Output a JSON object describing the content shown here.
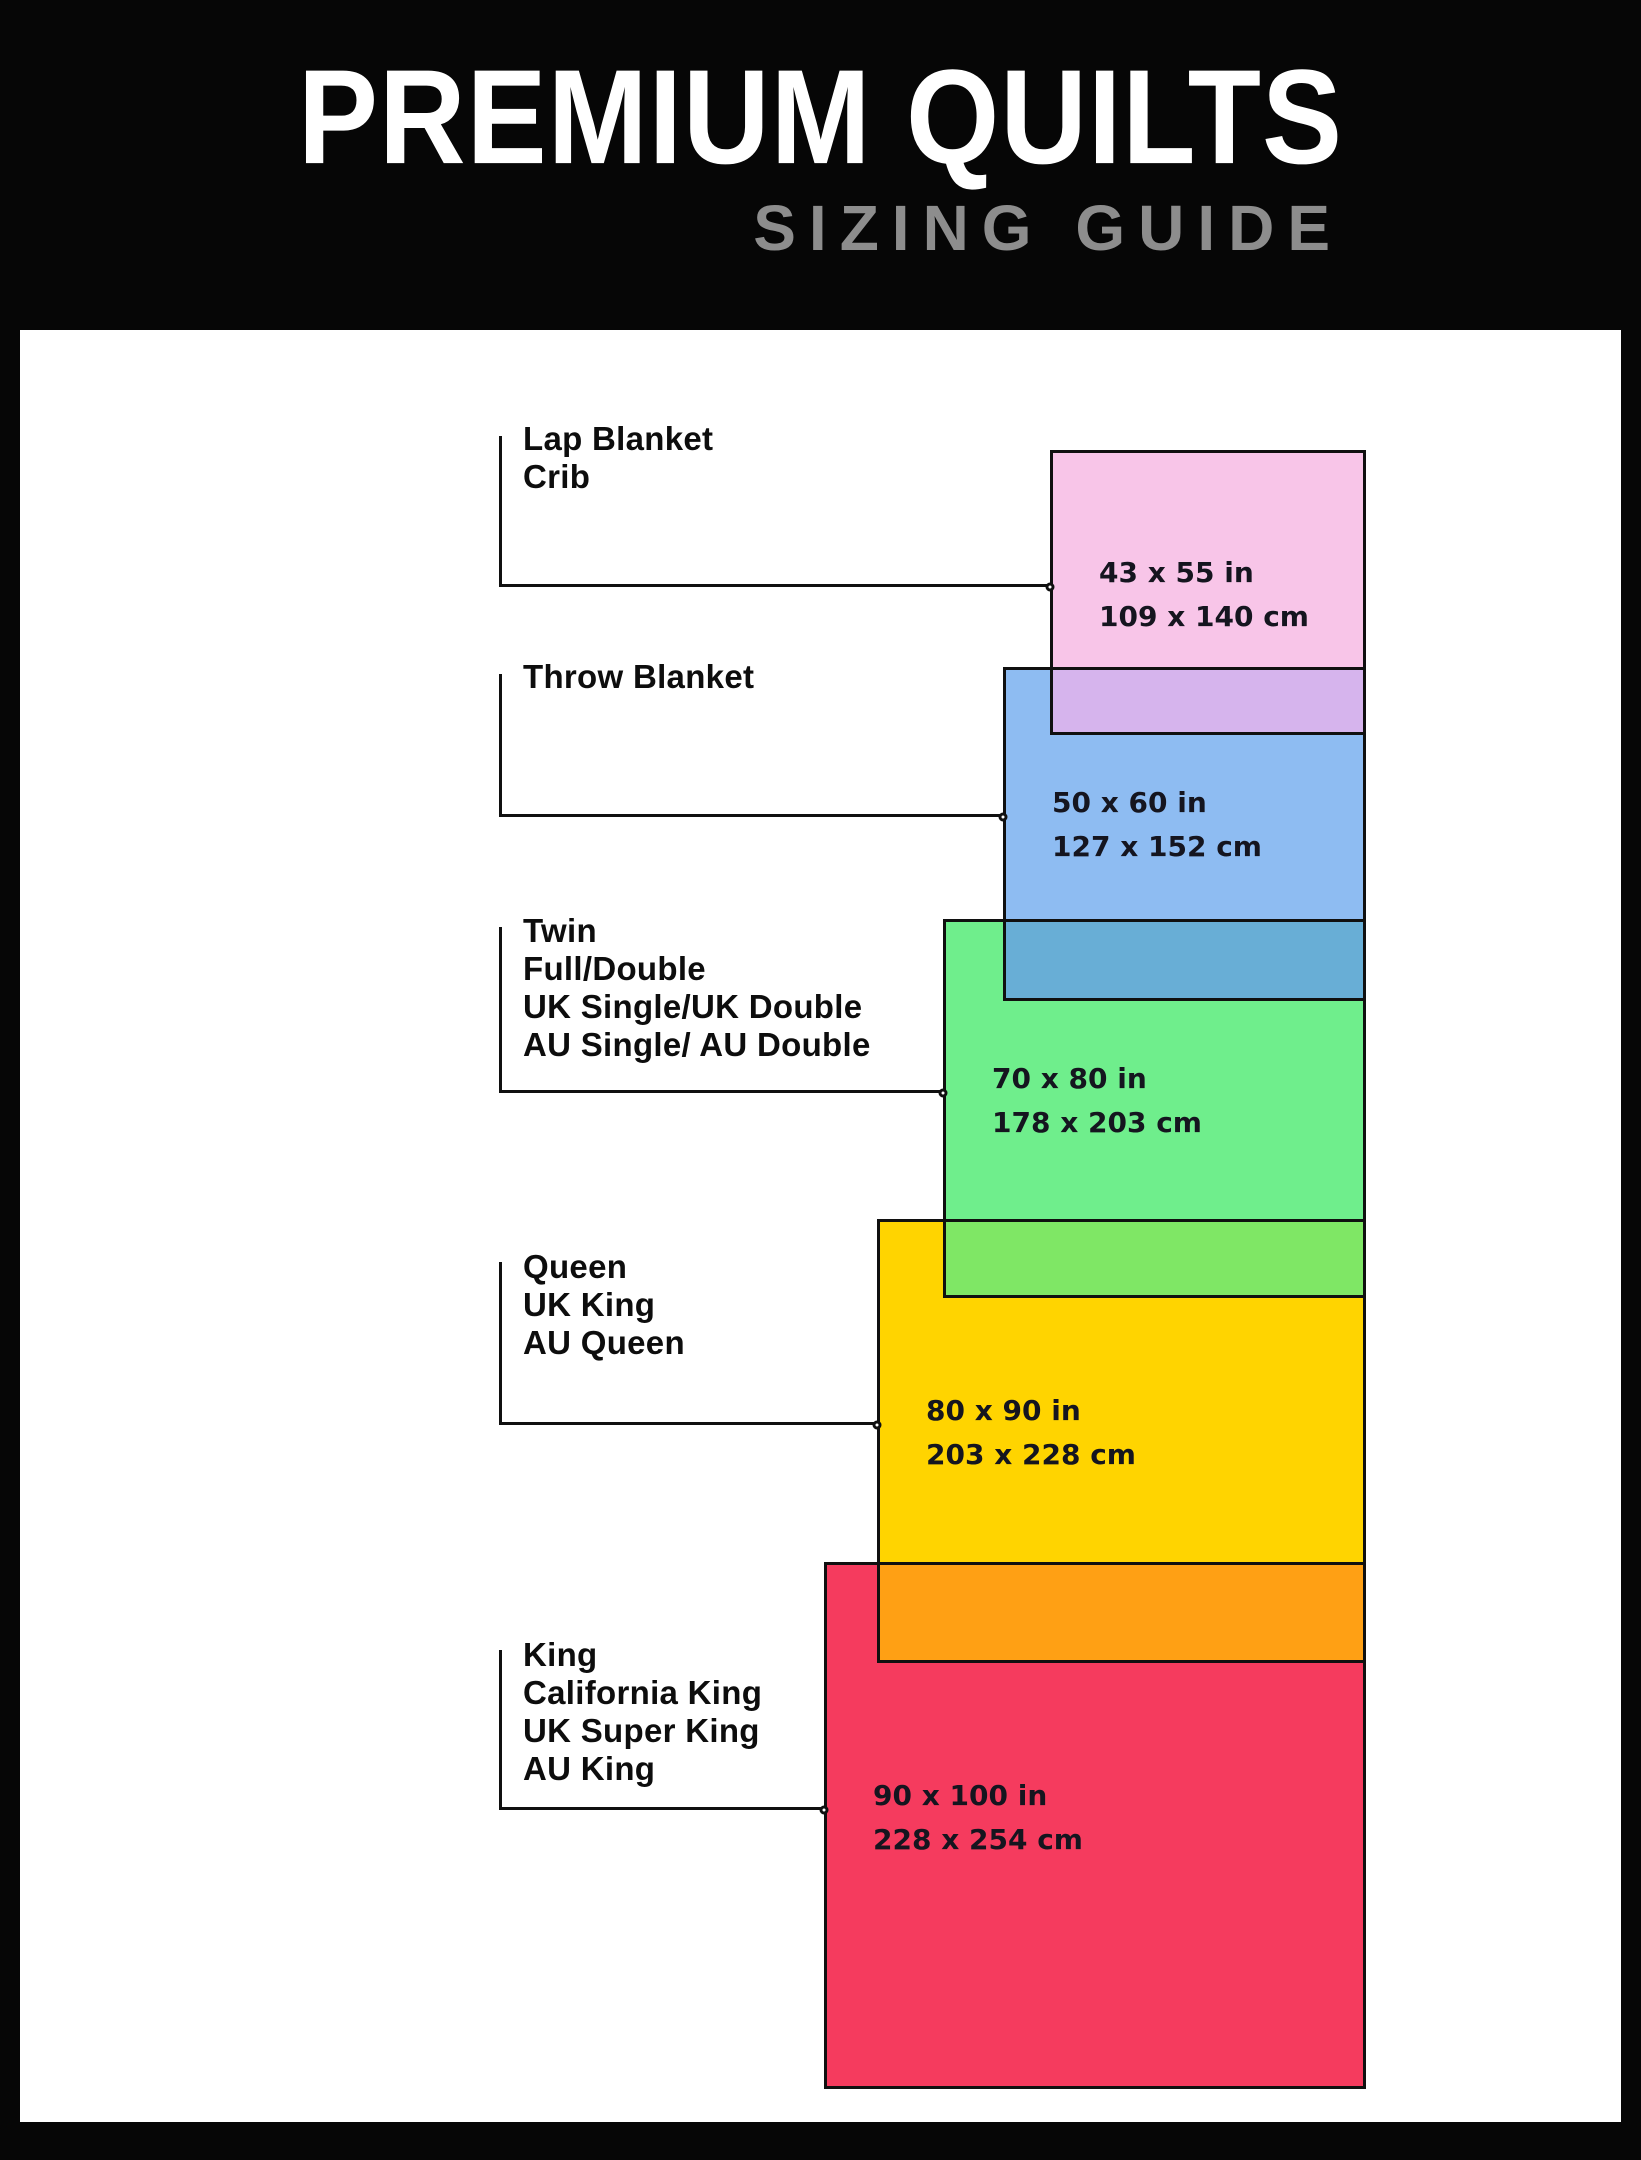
{
  "header": {
    "title": "PREMIUM QUILTS",
    "subtitle": "SIZING GUIDE",
    "background": "#060606",
    "title_color": "#ffffff",
    "subtitle_color": "#8d8d8d"
  },
  "canvas": {
    "background": "#ffffff",
    "line_color": "#101010"
  },
  "sizes": [
    {
      "labels": [
        "Lap Blanket",
        "Crib"
      ],
      "size_in": "43 x 55 in",
      "size_cm": "109 x 140 cm",
      "color": "#f8c5e8",
      "overlap_color": "#d6b4ed"
    },
    {
      "labels": [
        "Throw Blanket"
      ],
      "size_in": "50 x 60 in",
      "size_cm": "127 x 152 cm",
      "color": "#8ebcf2",
      "overlap_color": "#68aed6"
    },
    {
      "labels": [
        "Twin",
        "Full/Double",
        "UK Single/UK Double",
        "AU Single/ AU Double"
      ],
      "size_in": "70 x 80 in",
      "size_cm": "178 x 203 cm",
      "color": "#6fee8c",
      "overlap_color": "#7fe765"
    },
    {
      "labels": [
        "Queen",
        "UK King",
        "AU Queen"
      ],
      "size_in": "80 x 90 in",
      "size_cm": "203 x 228 cm",
      "color": "#ffd400",
      "overlap_color": "#ffa014"
    },
    {
      "labels": [
        "King",
        "California King",
        "UK Super King",
        "AU King"
      ],
      "size_in": "90 x 100 in",
      "size_cm": "228 x 254 cm",
      "color": "#f53b5e"
    }
  ]
}
